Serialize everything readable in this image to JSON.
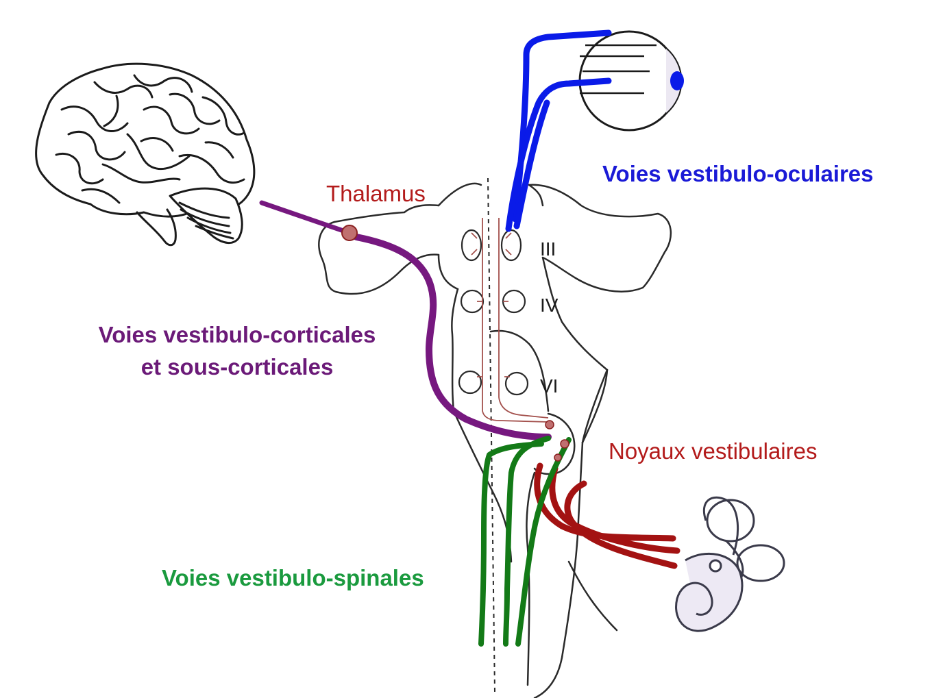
{
  "labels": {
    "vestibulo_oculaires": "Voies vestibulo-oculaires",
    "thalamus": "Thalamus",
    "vestibulo_corticales_line1": "Voies vestibulo-corticales",
    "vestibulo_corticales_line2": "et sous-corticales",
    "noyaux_vestibulaires": "Noyaux vestibulaires",
    "vestibulo_spinales": "Voies vestibulo-spinales"
  },
  "nerves": {
    "n3": "III",
    "n4": "IV",
    "n6": "VI"
  },
  "colors": {
    "oculaire": "#0a1be8",
    "corticale": "#76187f",
    "spinale": "#137a17",
    "vestibulaire": "#a31212",
    "label_red": "#b31b1b",
    "outline": "#2a2a2a"
  },
  "icons": [
    "brain-icon",
    "eye-icon",
    "inner-ear-icon"
  ]
}
